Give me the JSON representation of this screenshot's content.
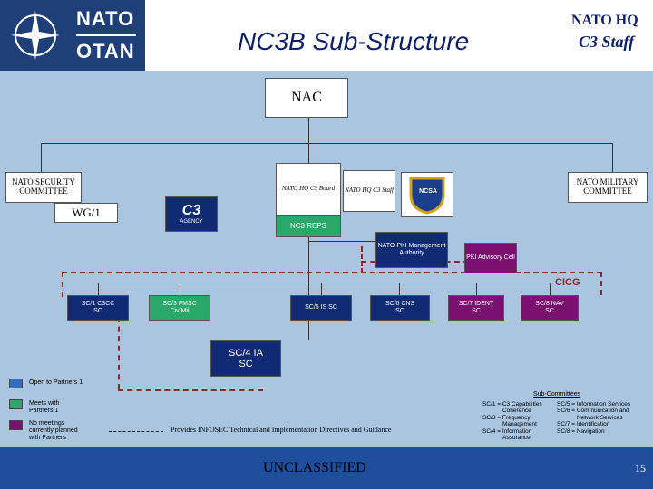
{
  "header": {
    "logo_line1": "NATO",
    "logo_line2": "OTAN",
    "title": "NC3B Sub-Structure",
    "hq": "NATO HQ",
    "c3staff": "C3 Staff"
  },
  "nodes": {
    "nac": "NAC",
    "security": "NATO SECURITY COMMITTEE",
    "military": "NATO MILITARY COMMITTEE",
    "wg1": "WG/1",
    "nc3_reps": "NC3 REPS",
    "pki_auth": "NATO PKI Management Authority",
    "pki_cell": "PKI Advisory Cell",
    "cicg": "CICG",
    "sc1": "SC/1 C3CC SC",
    "sc3": "SC/3 FMSC Civ/Mil",
    "sc5": "SC/5 IS SC",
    "sc6": "SC/6 CNS SC",
    "sc7": "SC/7 IDENT SC",
    "sc8": "SC/8 NAV SC",
    "sc4": "SC/4 IA SC"
  },
  "logos": {
    "nc3board": "NATO HQ C3 Board",
    "c3staff_small": "NATO HQ C3 Staff",
    "ncsa": "NCSA",
    "nc3a_text": "C3",
    "nc3a_agency": "AGENCY"
  },
  "legend": [
    {
      "label": "Open to Partners 1",
      "color": "#2d6fc7"
    },
    {
      "label": "Meets with Partners 1",
      "color": "#2aa86a"
    },
    {
      "label": "No meetings currently planned with Partners",
      "color": "#7a1070"
    }
  ],
  "infosec_note": "Provides INFOSEC Technical and Implementation Directives and Guidance",
  "subcommittees": {
    "title": "Sub-Committees",
    "left": [
      "SC/1 = C3 Capabilities",
      "Coherence",
      "SC/3 = Frequency",
      "Management",
      "SC/4 = Information",
      "Assurance"
    ],
    "right": [
      "SC/5 = Information Services",
      "SC/6 = Communication and",
      "Network Services",
      "SC/7 = Identification",
      "SC/8 = Navigation"
    ]
  },
  "footer": {
    "classification": "UNCLASSIFIED",
    "page": "15"
  },
  "colors": {
    "background": "#a9c5e0",
    "navy": "#102b74",
    "green": "#2aa86a",
    "purple": "#7a1070",
    "footer": "#1f4f9c",
    "dashed": "#8a2a2a"
  }
}
